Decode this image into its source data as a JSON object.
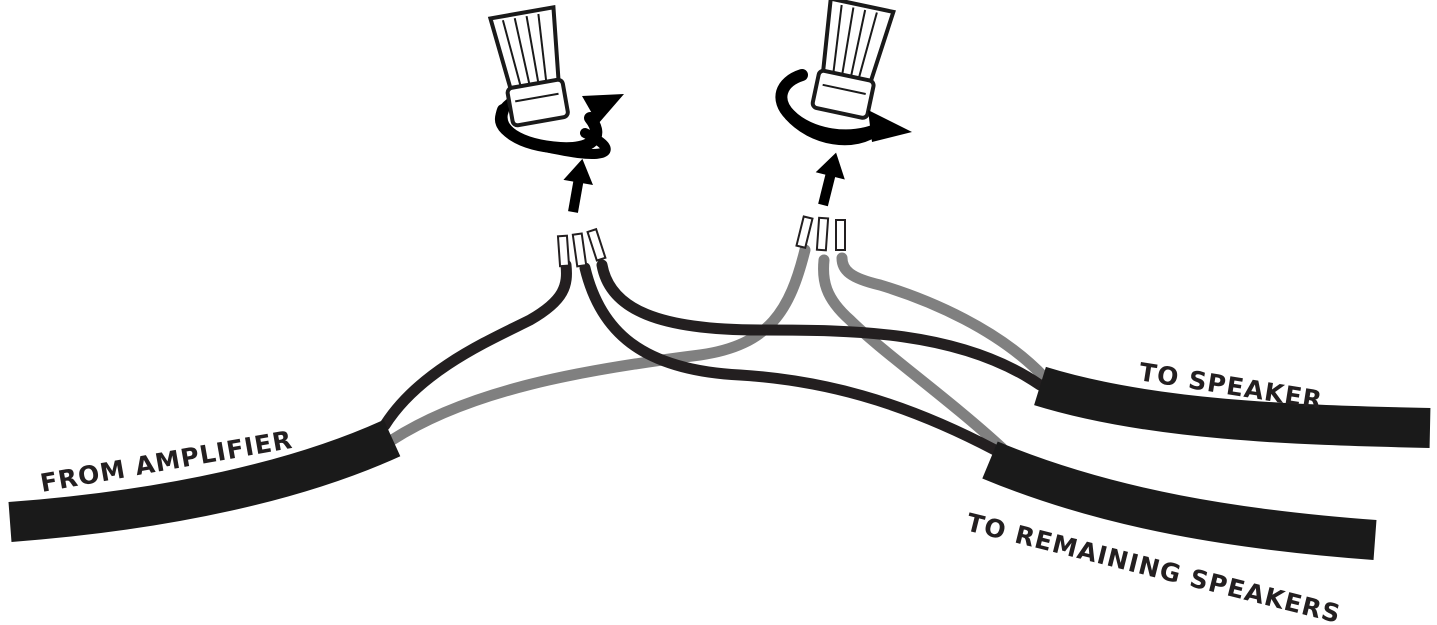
{
  "labels": {
    "from_amplifier": "FROM AMPLIFIER",
    "to_speaker": "TO SPEAKER",
    "to_remaining_speakers": "TO REMAINING SPEAKERS"
  },
  "colors": {
    "cable_jacket": "#1a1a1a",
    "wire_black": "#231f20",
    "wire_gray": "#808080",
    "background": "#ffffff"
  },
  "icons": {
    "connector_left": "wire-nut-icon",
    "connector_right": "wire-nut-icon",
    "twist_left": "rotate-clockwise-icon",
    "twist_right": "rotate-clockwise-icon",
    "arrow_left": "arrow-up-icon",
    "arrow_right": "arrow-up-icon"
  }
}
